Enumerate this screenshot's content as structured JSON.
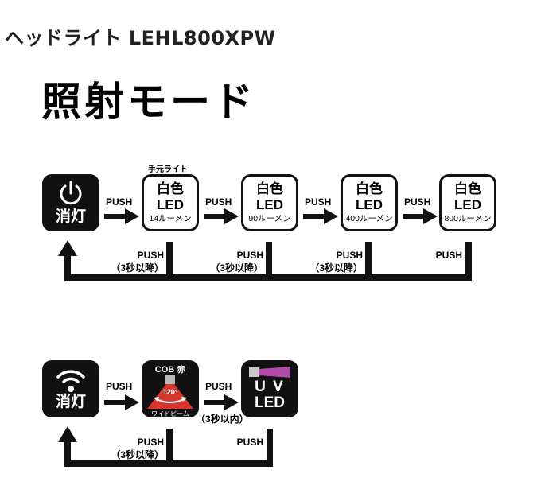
{
  "page": {
    "title": "ヘッドライト LEHL800XPW",
    "heading": "照射モード"
  },
  "section1": {
    "off": {
      "label": "消灯",
      "icon": "power-icon"
    },
    "modes": [
      {
        "top_label": "手元ライト",
        "line1": "白色",
        "line2": "LED",
        "line3": "14ルーメン"
      },
      {
        "top_label": "",
        "line1": "白色",
        "line2": "LED",
        "line3": "90ルーメン"
      },
      {
        "top_label": "",
        "line1": "白色",
        "line2": "LED",
        "line3": "400ルーメン"
      },
      {
        "top_label": "",
        "line1": "白色",
        "line2": "LED",
        "line3": "800ルーメン"
      }
    ],
    "forward_labels": [
      "PUSH",
      "PUSH",
      "PUSH",
      "PUSH"
    ],
    "return_labels": [
      {
        "push": "PUSH",
        "cond": "（3秒以降）"
      },
      {
        "push": "PUSH",
        "cond": "（3秒以降）"
      },
      {
        "push": "PUSH",
        "cond": "（3秒以降）"
      },
      {
        "push": "PUSH",
        "cond": ""
      }
    ]
  },
  "section2": {
    "off": {
      "label": "消灯",
      "icon": "sensor-wave-icon"
    },
    "cob": {
      "title": "COB 赤",
      "angle": "120°",
      "caption": "ワイドビーム",
      "beam_color": "#d6372a",
      "lamp_color": "#b8b8b8"
    },
    "uv": {
      "line1": "U V",
      "line2": "LED",
      "beam_color": "#b04aa8",
      "lamp_color": "#c8c8c8"
    },
    "forward_labels": [
      {
        "push": "PUSH",
        "cond": ""
      },
      {
        "push": "PUSH",
        "cond": "（3秒以内）"
      }
    ],
    "return_labels": [
      {
        "push": "PUSH",
        "cond": "（3秒以降）"
      },
      {
        "push": "PUSH",
        "cond": ""
      }
    ]
  }
}
